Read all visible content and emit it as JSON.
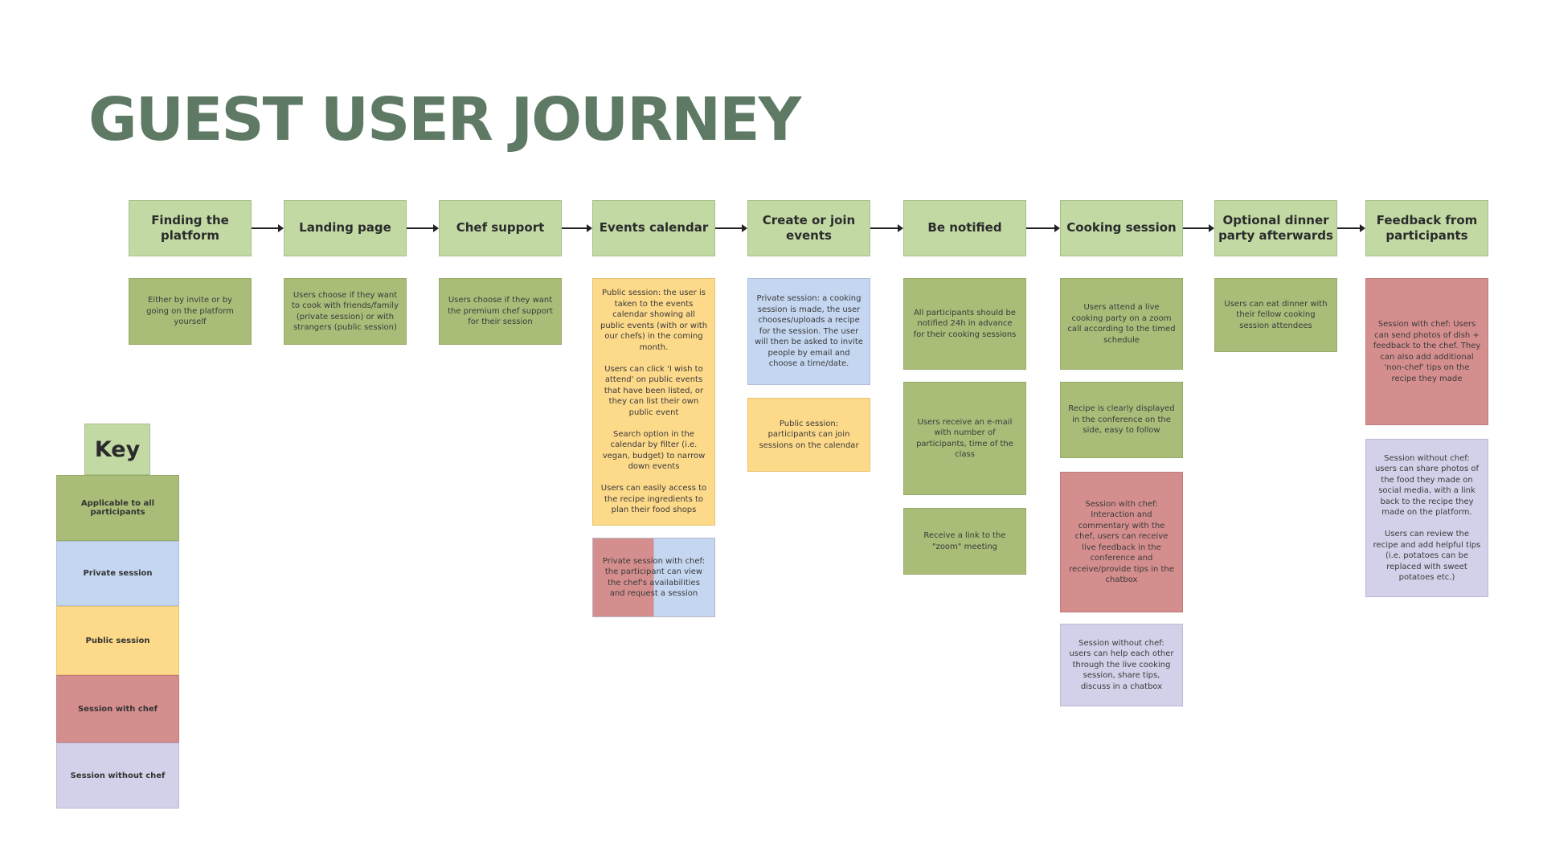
{
  "title": "GUEST USER JOURNEY",
  "steps": [
    {
      "label": "Finding the platform"
    },
    {
      "label": "Landing page"
    },
    {
      "label": "Chef support"
    },
    {
      "label": "Events calendar"
    },
    {
      "label": "Create or join events"
    },
    {
      "label": "Be notified"
    },
    {
      "label": "Cooking session"
    },
    {
      "label": "Optional dinner party afterwards"
    },
    {
      "label": "Feedback from participants"
    }
  ],
  "cards": [
    {
      "step": 0,
      "category": "all",
      "text": "Either by invite or by going on the platform yourself"
    },
    {
      "step": 1,
      "category": "all",
      "text": "Users choose if they want to cook with friends/family (private session) or with strangers (public session)"
    },
    {
      "step": 2,
      "category": "all",
      "text": "Users choose if they want the premium chef support for their session"
    },
    {
      "step": 3,
      "category": "public",
      "text": "Public session: the user is taken to the events calendar showing all public events (with or with our chefs) in the coming month.\n\nUsers can click 'I wish to attend' on public events that have been listed, or they can list their own public event\n\nSearch option in the calendar by filter (i.e. vegan, budget) to narrow down events\n\nUsers can easily access to the recipe ingredients to plan their food shops"
    },
    {
      "step": 3,
      "category": "chef+private",
      "text": "Private session with chef: the participant can view the chef's availabilities and request a session"
    },
    {
      "step": 4,
      "category": "private",
      "text": "Private session: a cooking session is made, the user chooses/uploads a recipe for the session. The user will then be asked to invite people by email and choose a time/date."
    },
    {
      "step": 4,
      "category": "public",
      "text": "Public session: participants can join sessions on the calendar"
    },
    {
      "step": 5,
      "category": "all",
      "text": "All participants should be notified 24h in advance for their cooking sessions"
    },
    {
      "step": 5,
      "category": "all",
      "text": "Users receive an e-mail with number of participants, time of the class"
    },
    {
      "step": 5,
      "category": "all",
      "text": "Receive a link to the \"zoom\" meeting"
    },
    {
      "step": 6,
      "category": "all",
      "text": "Users attend a live cooking party on a zoom call according to the timed schedule"
    },
    {
      "step": 6,
      "category": "all",
      "text": "Recipe is clearly displayed in the conference on the side, easy to follow"
    },
    {
      "step": 6,
      "category": "chef",
      "text": "Session with chef: Interaction and commentary with the chef, users can receive live feedback in the conference and receive/provide tips in the chatbox"
    },
    {
      "step": 6,
      "category": "nochef",
      "text": "Session without chef: users can help each other through the live cooking session, share tips, discuss in a chatbox"
    },
    {
      "step": 7,
      "category": "all",
      "text": "Users can eat dinner with their fellow cooking session attendees"
    },
    {
      "step": 8,
      "category": "chef",
      "text": "Session with chef: Users can send photos of dish + feedback to the chef. They can also add additional 'non-chef' tips on the recipe they made"
    },
    {
      "step": 8,
      "category": "nochef",
      "text": "Session without chef: users can  share photos of the food they made on social media, with a link back to the recipe they made on the platform.\n\nUsers can review the recipe and add helpful tips (i.e. potatoes can be replaced with sweet potatoes etc.)"
    }
  ],
  "key": {
    "title": "Key",
    "items": [
      {
        "label": "Applicable to all participants",
        "color": "#a9bd79"
      },
      {
        "label": "Private session",
        "color": "#c4d6f0"
      },
      {
        "label": "Public session",
        "color": "#fdd98a"
      },
      {
        "label": "Session with chef",
        "color": "#d58e8e"
      },
      {
        "label": "Session without chef",
        "color": "#d3d1e9"
      }
    ]
  },
  "colors": {
    "title": "#5e7a64",
    "step": "#c2d9a4",
    "all": "#a9bd79",
    "private": "#c4d6f0",
    "public": "#fdd98a",
    "chef": "#d58e8e",
    "nochef": "#d3d1e9"
  }
}
